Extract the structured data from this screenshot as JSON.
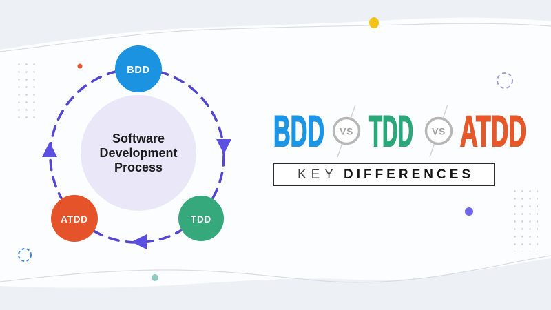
{
  "title": {
    "parts": [
      {
        "text": "BDD",
        "color": "#1c95e5"
      },
      {
        "text": "TDD",
        "color": "#2ba77a"
      },
      {
        "text": "ATDD",
        "color": "#e4582a"
      }
    ],
    "separator": "VS",
    "subtitle": {
      "key": "KEY",
      "differences": "DIFFERENCES"
    }
  },
  "diagram": {
    "center": {
      "line1": "Software",
      "line2": "Development",
      "line3": "Process",
      "fill": "#e9e7f8"
    },
    "ring_color": "#5347cf",
    "arrow_color": "#5b50e2",
    "nodes": [
      {
        "label": "BDD",
        "color": "#1b93e0"
      },
      {
        "label": "TDD",
        "color": "#35a87c"
      },
      {
        "label": "ATDD",
        "color": "#e5532b"
      }
    ]
  },
  "background": {
    "band_color": "#edf1f6",
    "wave_line_color": "#d8dde4"
  },
  "decorations": {
    "yellow_dot": "#f2c216",
    "orange_dot": "#e4562e",
    "teal_dot": "#8fcac2",
    "purple_dot": "#6f66e8",
    "indigo_dashed_circle": "#a19bdf",
    "blue_dashed_circle": "#3f86d2",
    "vs_ring": "#b7b7b7",
    "dot_grid": "#c6cbd4"
  }
}
